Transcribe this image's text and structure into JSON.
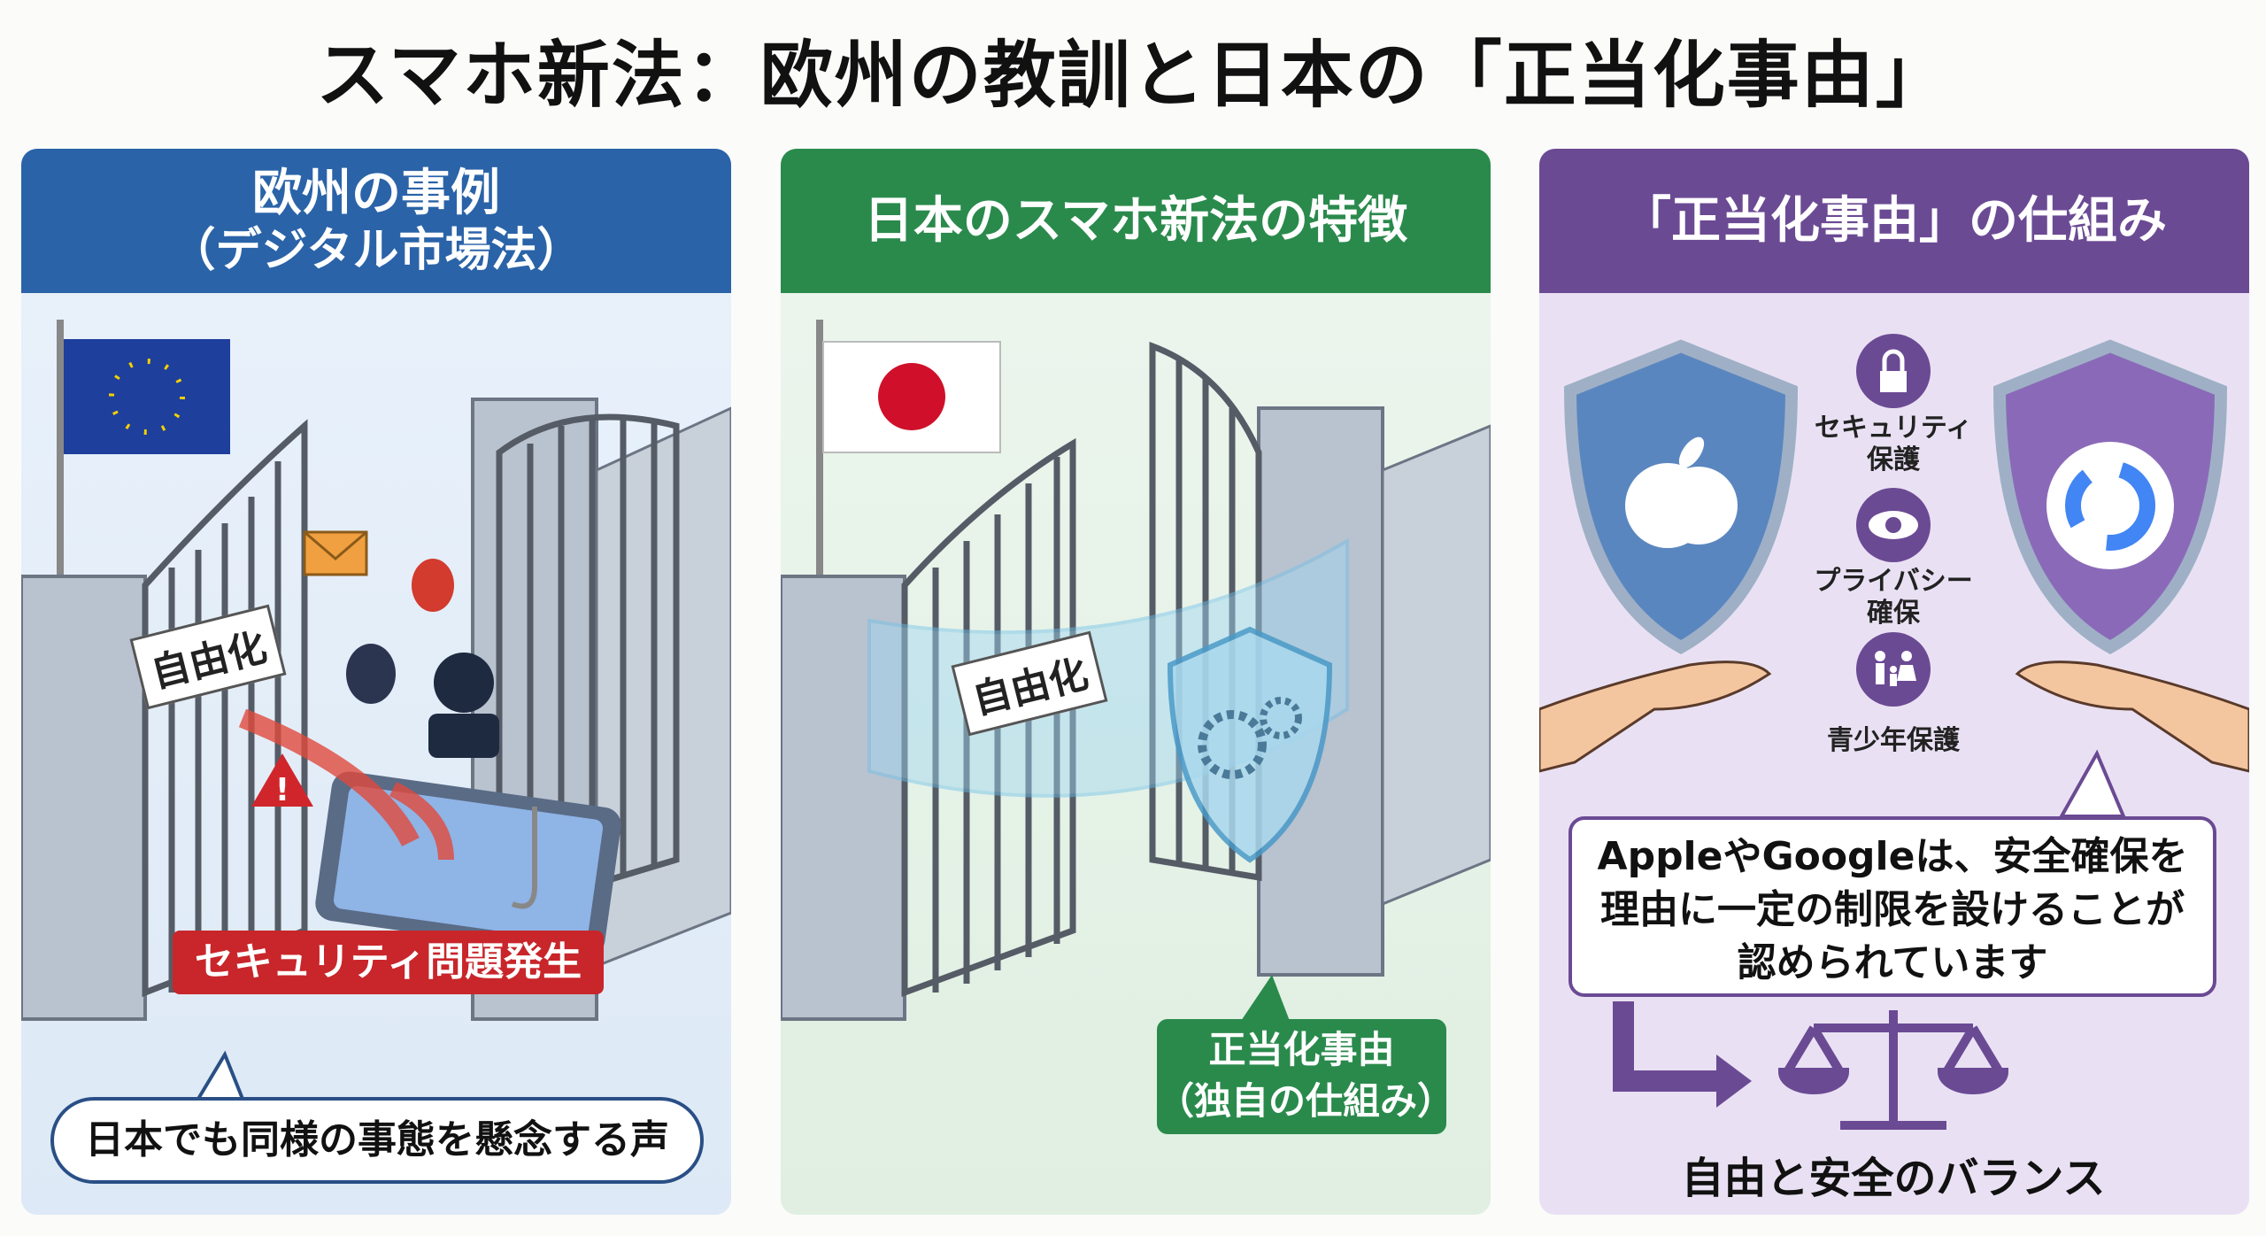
{
  "title": "スマホ新法：欧州の教訓と日本の「正当化事由」",
  "panels": {
    "europe": {
      "heading": "欧州の事例",
      "subheading": "（デジタル市場法）",
      "gate_sign": "自由化",
      "alert": "セキュリティ問題発生",
      "bubble": "日本でも同様の事態を懸念する声",
      "accent": "#2a63a8"
    },
    "japan": {
      "heading": "日本のスマホ新法の特徴",
      "gate_sign": "自由化",
      "label_line1": "正当化事由",
      "label_line2": "（独自の仕組み）",
      "accent": "#2a8a4c"
    },
    "mechanism": {
      "heading": "「正当化事由」の仕組み",
      "icons": [
        {
          "icon": "lock-icon",
          "caption1": "セキュリティ",
          "caption2": "保護"
        },
        {
          "icon": "eye-icon",
          "caption1": "プライバシー",
          "caption2": "確保"
        },
        {
          "icon": "family-icon",
          "caption1": "青少年保護",
          "caption2": ""
        }
      ],
      "callout_line1": "AppleやGoogleは、安全確保を",
      "callout_line2": "理由に一定の制限を設けることが",
      "callout_line3": "認められています",
      "balance": "自由と安全のバランス",
      "accent": "#6b4a94"
    }
  }
}
